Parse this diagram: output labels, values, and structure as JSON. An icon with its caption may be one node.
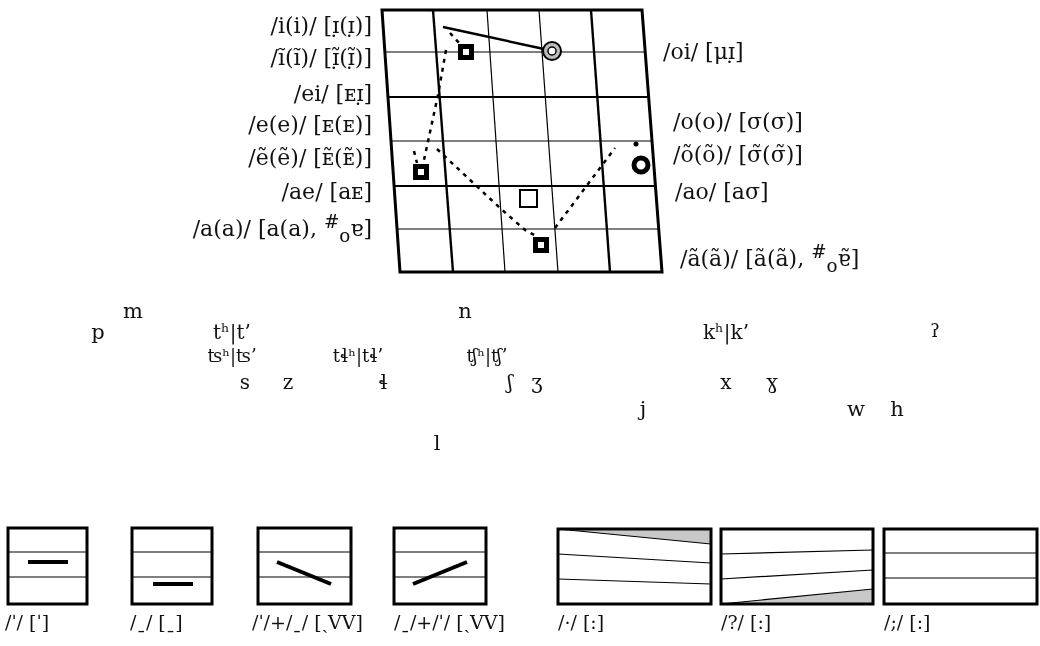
{
  "diagram": {
    "labels": [
      "/i(i)/ [ɪ̣(ɪ̣)]",
      "/ĩ(ĩ)/ [ɪ̣̃(ɪ̣̃)]",
      "/ei/ [ᴇɪ̣]",
      "/e(e)/ [ᴇ(ᴇ)]",
      "/ẽ(ẽ)/ [ᴇ̃(ᴇ̃)]",
      "/ae/ [aᴇ]",
      "/a(a)/ [a(a), $^{#}$$_{o}$ɐ]",
      "/oi/ [μɪ̣]",
      "/o(o)/ [σ(σ)]",
      "/õ(õ)/ [σ̃(σ̃)]",
      "/ao/ [aσ]",
      "/ã(ã)/ [ã(ã), $^{#}$$_{o}$ɐ̃]",
      "m",
      "n",
      "p",
      "tʰ|t’",
      "kʰ|k’",
      "ʔ",
      "ʦʰ|ʦ’",
      "tɬʰ|tɬ’",
      "ʧʰ|ʧ’",
      "s",
      "z",
      "ɬ",
      "ʃ",
      "ʒ",
      "x",
      "ɣ",
      "j",
      "w",
      "h",
      "l",
      "/ˈ/ [ˈ]",
      "/ˍ/ [ˍ]",
      "/ˈ/+/ˍ/ [ˎVV]",
      "/ˍ/+/ˈ/ [ˏVV]",
      "/·/ [:]",
      "/?/ [:]",
      "/;/ [:]"
    ]
  }
}
